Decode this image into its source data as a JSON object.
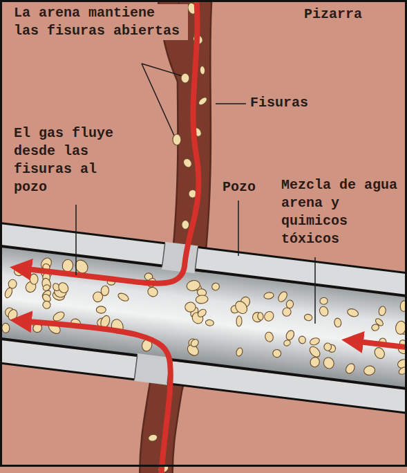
{
  "diagram": {
    "labels": [
      "La arena mantiene las fisuras abiertas",
      "Pizarra",
      "Fisuras",
      "El gas fluye desde las fisuras al pozo",
      "Pozo",
      "Mezcla de agua arena y quimicos tóxicos"
    ]
  }
}
